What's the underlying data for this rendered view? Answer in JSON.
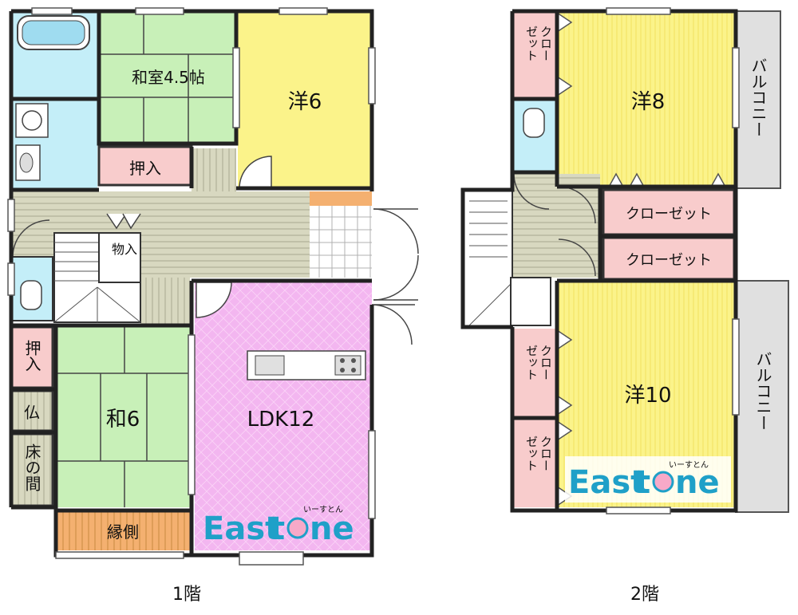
{
  "floor1": {
    "caption": "1階",
    "washitsu45": "和室4.5帖",
    "you6": "洋6",
    "oshiire": "押入",
    "monoire": "物入",
    "oshiire_side": "押入",
    "butsu": "仏",
    "tokonoma": "床の間",
    "wa6": "和6",
    "ldk": "LDK12",
    "engawa": "縁側"
  },
  "floor2": {
    "caption": "2階",
    "you8": "洋8",
    "you10": "洋10",
    "balcony_top": "バルコニー",
    "balcony_bottom": "バルコニー",
    "closet_a": "クローゼット",
    "closet_b": "クローゼット",
    "closet_v1_col1": "ゼット",
    "closet_v1_col2": "クロー",
    "closet_v2_col1": "ゼット",
    "closet_v2_col2": "クロー",
    "closet_v3_col1": "ゼット",
    "closet_v3_col2": "クロー"
  },
  "logo": {
    "text_main": "East",
    "text_end": "ne",
    "ruby": "いーすとん"
  },
  "colors": {
    "tatami": "#c8f0b8",
    "youshitsu": "#fbf38a",
    "ldk": "#f3b6f0",
    "storage": "#f8cccc",
    "wet": "#c4eef8",
    "floorboard": "#d8d8c0",
    "engawa": "#f4b070",
    "balcony": "#e0e0e0",
    "logo": "#1fa0c8"
  }
}
